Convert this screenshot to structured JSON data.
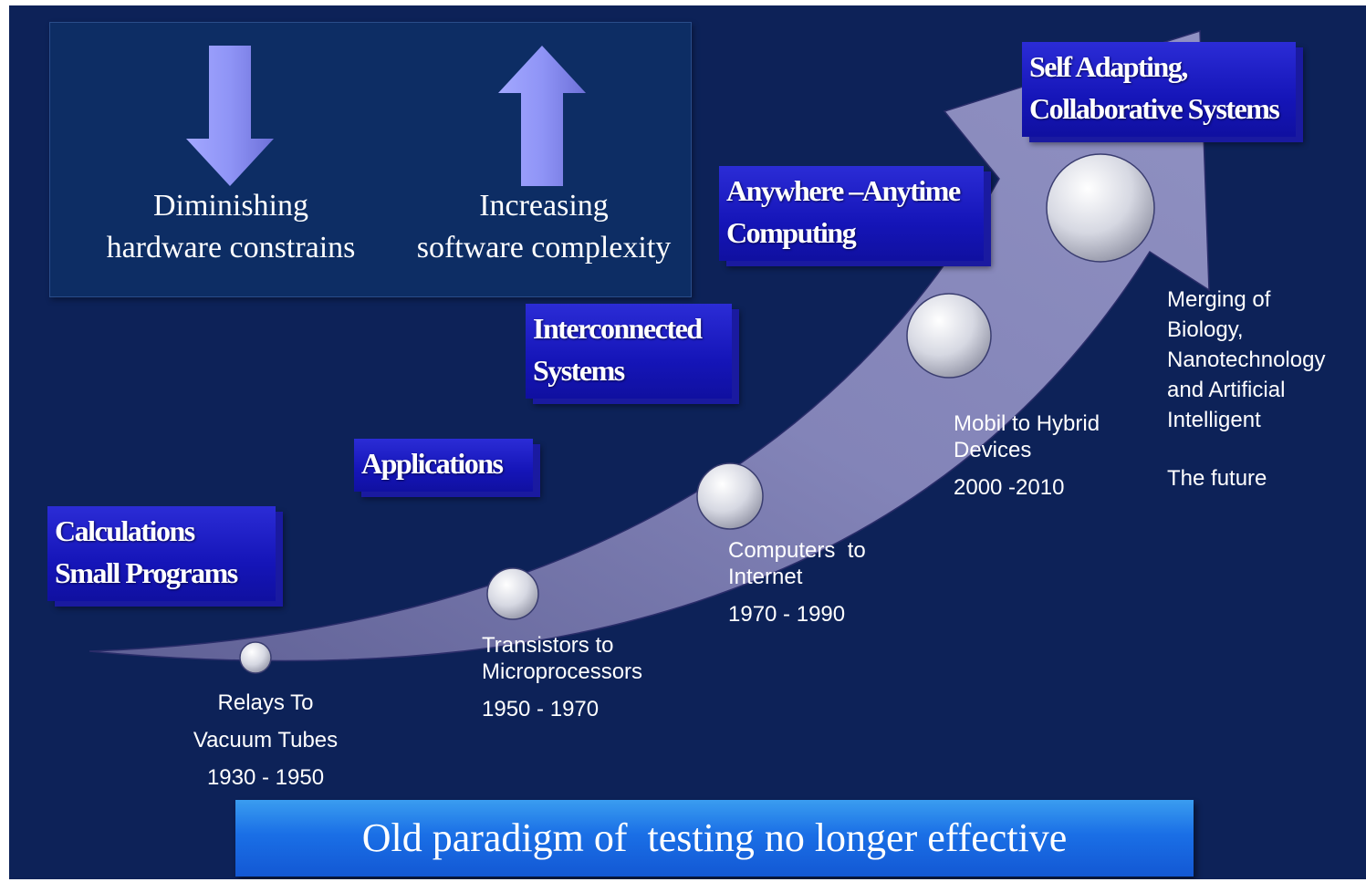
{
  "top_panel": {
    "left": {
      "icon": "arrow-down-icon",
      "lines": [
        "Diminishing",
        "hardware constrains"
      ]
    },
    "right": {
      "icon": "arrow-up-icon",
      "lines": [
        "Increasing",
        "software complexity"
      ]
    }
  },
  "eras": [
    {
      "lines": [
        "Calculations",
        "Small Programs"
      ]
    },
    {
      "lines": [
        "Applications"
      ]
    },
    {
      "lines": [
        "Interconnected",
        "Systems"
      ]
    },
    {
      "lines": [
        "Anywhere –Anytime",
        "Computing"
      ]
    },
    {
      "lines": [
        "Self Adapting,",
        "Collaborative Systems"
      ]
    }
  ],
  "milestones": [
    {
      "lines": [
        "Relays To",
        "Vacuum Tubes"
      ],
      "period": "1930 - 1950"
    },
    {
      "lines": [
        "Transistors to",
        "Microprocessors"
      ],
      "period": "1950 - 1970"
    },
    {
      "lines": [
        "Computers  to",
        "Internet"
      ],
      "period": "1970 - 1990"
    },
    {
      "lines": [
        "Mobil to Hybrid",
        "Devices"
      ],
      "period": "2000 -2010"
    },
    {
      "lines": [
        "Merging of",
        "Biology,",
        "Nanotechnology",
        "and Artificial",
        "Intelligent"
      ],
      "period": "The future"
    }
  ],
  "footer": {
    "text": "Old paradigm of  testing no longer effective"
  },
  "colors": {
    "background": "#0d2258",
    "arrow": "#7e7fb4",
    "era_box": "#1b1bc4",
    "footer_bar": "#1a6fe6"
  }
}
